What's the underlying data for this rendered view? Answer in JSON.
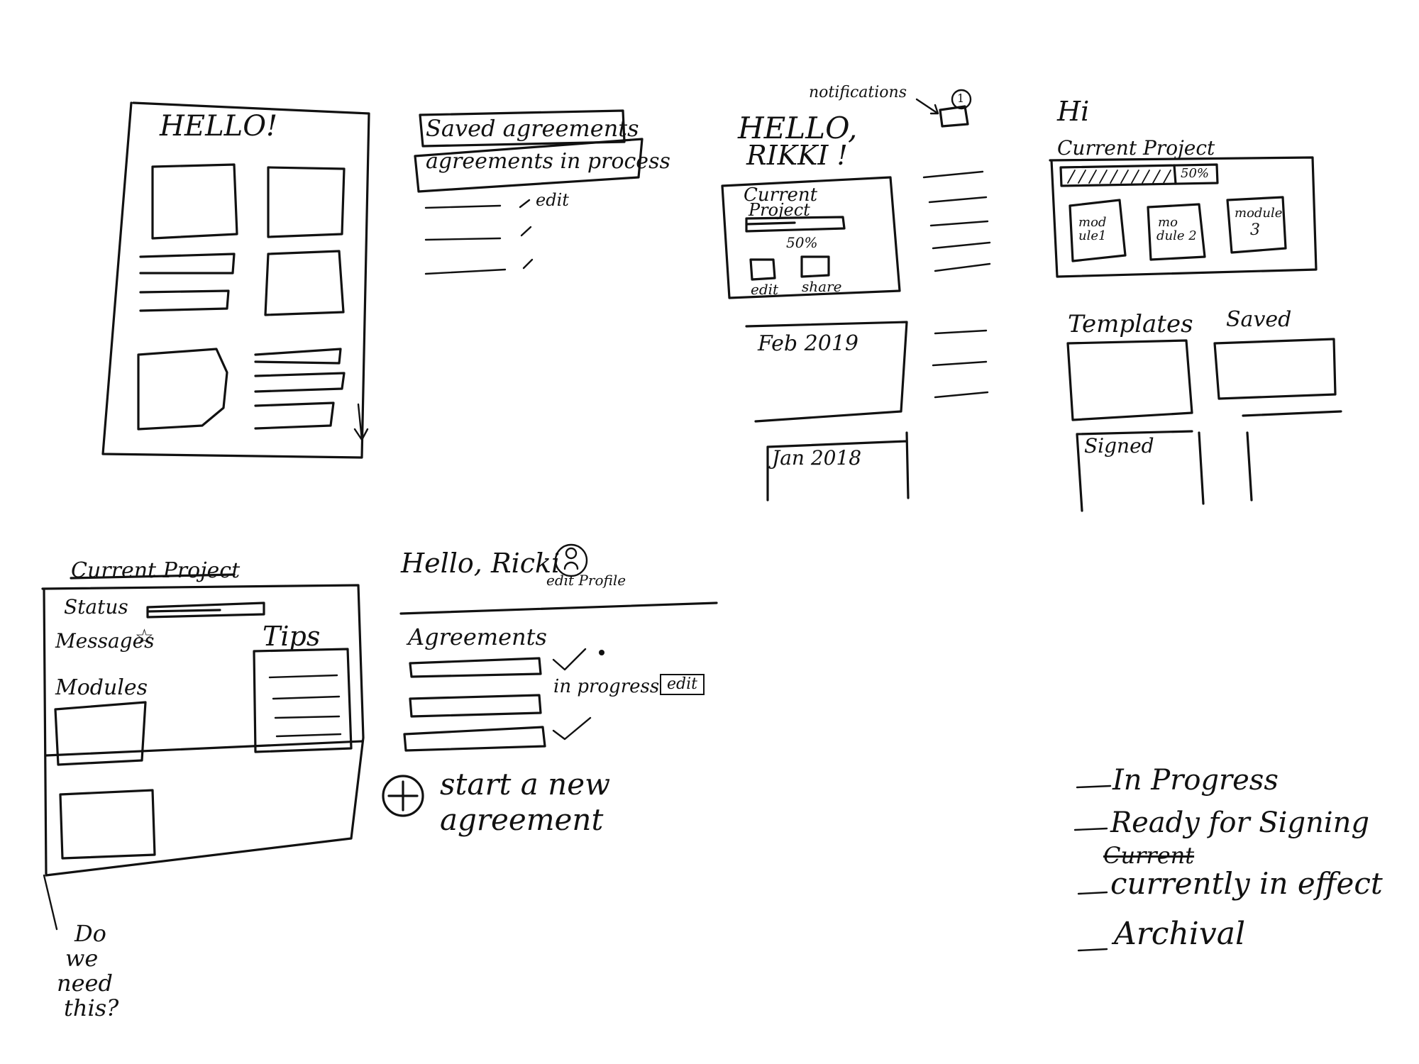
{
  "sketch1": {
    "greeting": "HELLO!"
  },
  "sketch2": {
    "saved_tab": "Saved agreements",
    "in_process_tab": "agreements in process",
    "edit_label": "edit"
  },
  "sketch3": {
    "notifications": "notifications",
    "notification_count": "1",
    "greeting_line1": "HELLO,",
    "greeting_line2": "RIKKI !",
    "card_title_line1": "Current",
    "card_title_line2": "Project",
    "progress_label": "50%",
    "progress_value": 0.5,
    "edit_label": "edit",
    "share_label": "share",
    "card_feb": "Feb 2019",
    "card_jan": "Jan 2018"
  },
  "sketch4": {
    "greeting": "Hi",
    "current_project": "Current Project",
    "progress_label": "50%",
    "progress_value": 0.5,
    "modules": [
      {
        "line1": "mod",
        "line2": "ule1"
      },
      {
        "line1": "mo",
        "line2": "dule 2"
      },
      {
        "line1": "module",
        "line2": "3"
      }
    ],
    "templates": "Templates",
    "saved": "Saved",
    "signed": "Signed"
  },
  "sketch5": {
    "title": "Current Project",
    "status": "Status",
    "messages": "Messages",
    "star": "☆",
    "tips": "Tips",
    "modules": "Modules",
    "note_line1": "Do",
    "note_line2": "we",
    "note_line3": "need",
    "note_line4": "this?"
  },
  "sketch6": {
    "greeting": "Hello, Ricki",
    "edit_profile": "edit Profile",
    "agreements": "Agreements",
    "in_progress": "in progress",
    "edit_label": "edit",
    "start_line1": "start a new",
    "start_line2": "agreement"
  },
  "status_list": {
    "items": [
      {
        "label": "In Progress",
        "struck": false
      },
      {
        "label": "Ready for Signing",
        "struck": false
      },
      {
        "label": "Current",
        "struck": true
      },
      {
        "label": "currently in effect",
        "struck": false
      },
      {
        "label": "Archival",
        "struck": false
      }
    ]
  }
}
